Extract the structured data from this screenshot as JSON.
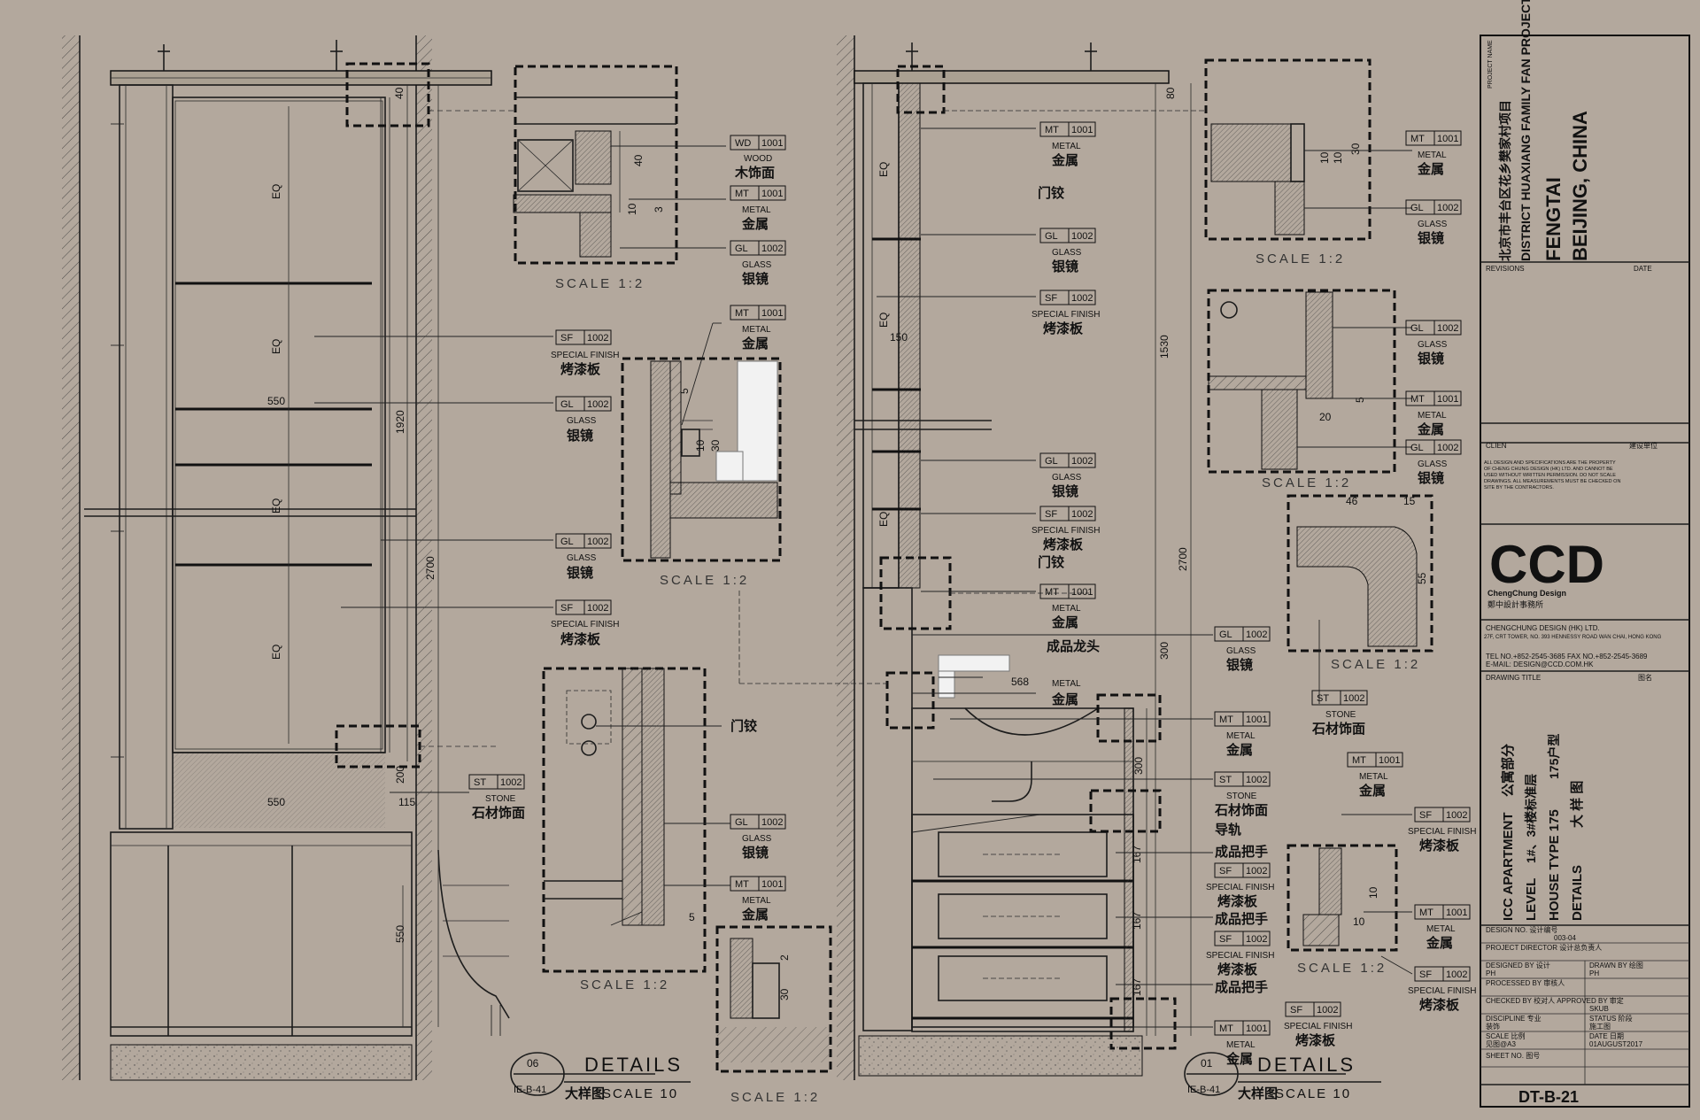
{
  "tags": {
    "wd1001": "WD",
    "mt1001": "MT",
    "gl1002": "GL",
    "sf1002": "SF",
    "st1002": "ST",
    "code_1001": "1001",
    "code_1002": "1002"
  },
  "materials": {
    "wood_en": "WOOD",
    "wood_cn": "木饰面",
    "metal_en": "METAL",
    "metal_cn": "金属",
    "glass_en": "GLASS",
    "glass_cn": "银镜",
    "sf_en": "SPECIAL FINISH",
    "sf_cn": "烤漆板",
    "stone_en": "STONE",
    "stone_cn": "石材饰面"
  },
  "callouts": {
    "hinge": "门铰",
    "faucet": "成品龙头",
    "rail": "导轨",
    "handle": "成品把手"
  },
  "scale_label": "SCALE 1:2",
  "dimensions": {
    "d40": "40",
    "d20": "20",
    "d10": "10",
    "d5": "5",
    "d3": "3",
    "d30": "30",
    "d15": "15",
    "d46": "46",
    "d55": "55",
    "d2": "2",
    "eq": "EQ",
    "d550": "550",
    "d1920": "1920",
    "d2700": "2700",
    "d200": "200",
    "d115": "115",
    "d150": "150",
    "d1530": "1530",
    "d300": "300",
    "d568": "568",
    "d167": "167",
    "d80": "80"
  },
  "detail_left": {
    "number": "06",
    "ref": "IE-B-41",
    "title": "DETAILS",
    "cn": "大样图",
    "scale": "SCALE 10"
  },
  "detail_right": {
    "number": "01",
    "ref": "IE-B-41",
    "title": "DETAILS",
    "cn": "大样图",
    "scale": "SCALE 10"
  },
  "title_block": {
    "project_name_label": "PROJECT NAME",
    "project_cn": "北京市丰台区花乡樊家村项目",
    "project_en": "DISTRICT HUAXIANG FAMILY FAN PROJECT",
    "location1": "FENGTAI",
    "location2": "BEIJING, CHINA",
    "revisions": "REVISIONS",
    "date": "DATE",
    "client": "CLIEN",
    "client_cn": "建设单位",
    "notice": "ALL DESIGN AND SPECIFICATIONS ARE THE PROPERTY OF CHENG CHUNG DESIGN (HK) LTD. AND CANNOT BE USED WITHOUT WRITTEN PERMISSION. DO NOT SCALE DRAWINGS. ALL MEASUREMENTS MUST BE CHECKED ON SITE BY THE CONTRACTORS.",
    "logo": "CCD",
    "logo_sub": "ChengChung Design",
    "logo_cn": "鄭中設計事務所",
    "company": "CHENGCHUNG DESIGN (HK) LTD.",
    "address": "27F, CRT TOWER, NO. 393 HENNESSY ROAD WAN CHAI, HONG KONG",
    "tel": "TEL NO.+852-2545-3685  FAX NO.+852-2545-3689",
    "email": "E-MAIL: DESIGN@CCD.COM.HK",
    "drawing_title_label": "DRAWING TITLE",
    "drawing_title_cn": "图名",
    "apt": "ICC APARTMENT",
    "apt_cn": "公寓部分",
    "level": "LEVEL",
    "level_val": "1#、3#楼标准层",
    "house": "HOUSE TYPE 175",
    "house_cn": "175户型",
    "details": "DETAILS",
    "details_cn": "大 样 图",
    "design_no_label": "DESIGN NO. 设计编号",
    "design_no": "003-04",
    "director": "PROJECT DIRECTOR 设计总负责人",
    "designed": "DESIGNED BY 设计",
    "drawn": "DRAWN BY 绘图",
    "ph1": "PH",
    "ph2": "PH",
    "processed": "PROCESSED BY 审核人",
    "checked": "CHECKED BY 校对人  APPROVED BY 审定",
    "skub": "SKUB",
    "discipline": "DISCIPLINE 专业",
    "status": "STATUS 阶段",
    "disc_val": "装饰",
    "status_val": "施工图",
    "scale": "SCALE 比例",
    "date2": "DATE 日期",
    "scale_val": "见图@A3",
    "date_val": "01AUGUST2017",
    "sheet_no": "SHEET NO. 图号",
    "sheet": "DT-B-21"
  }
}
